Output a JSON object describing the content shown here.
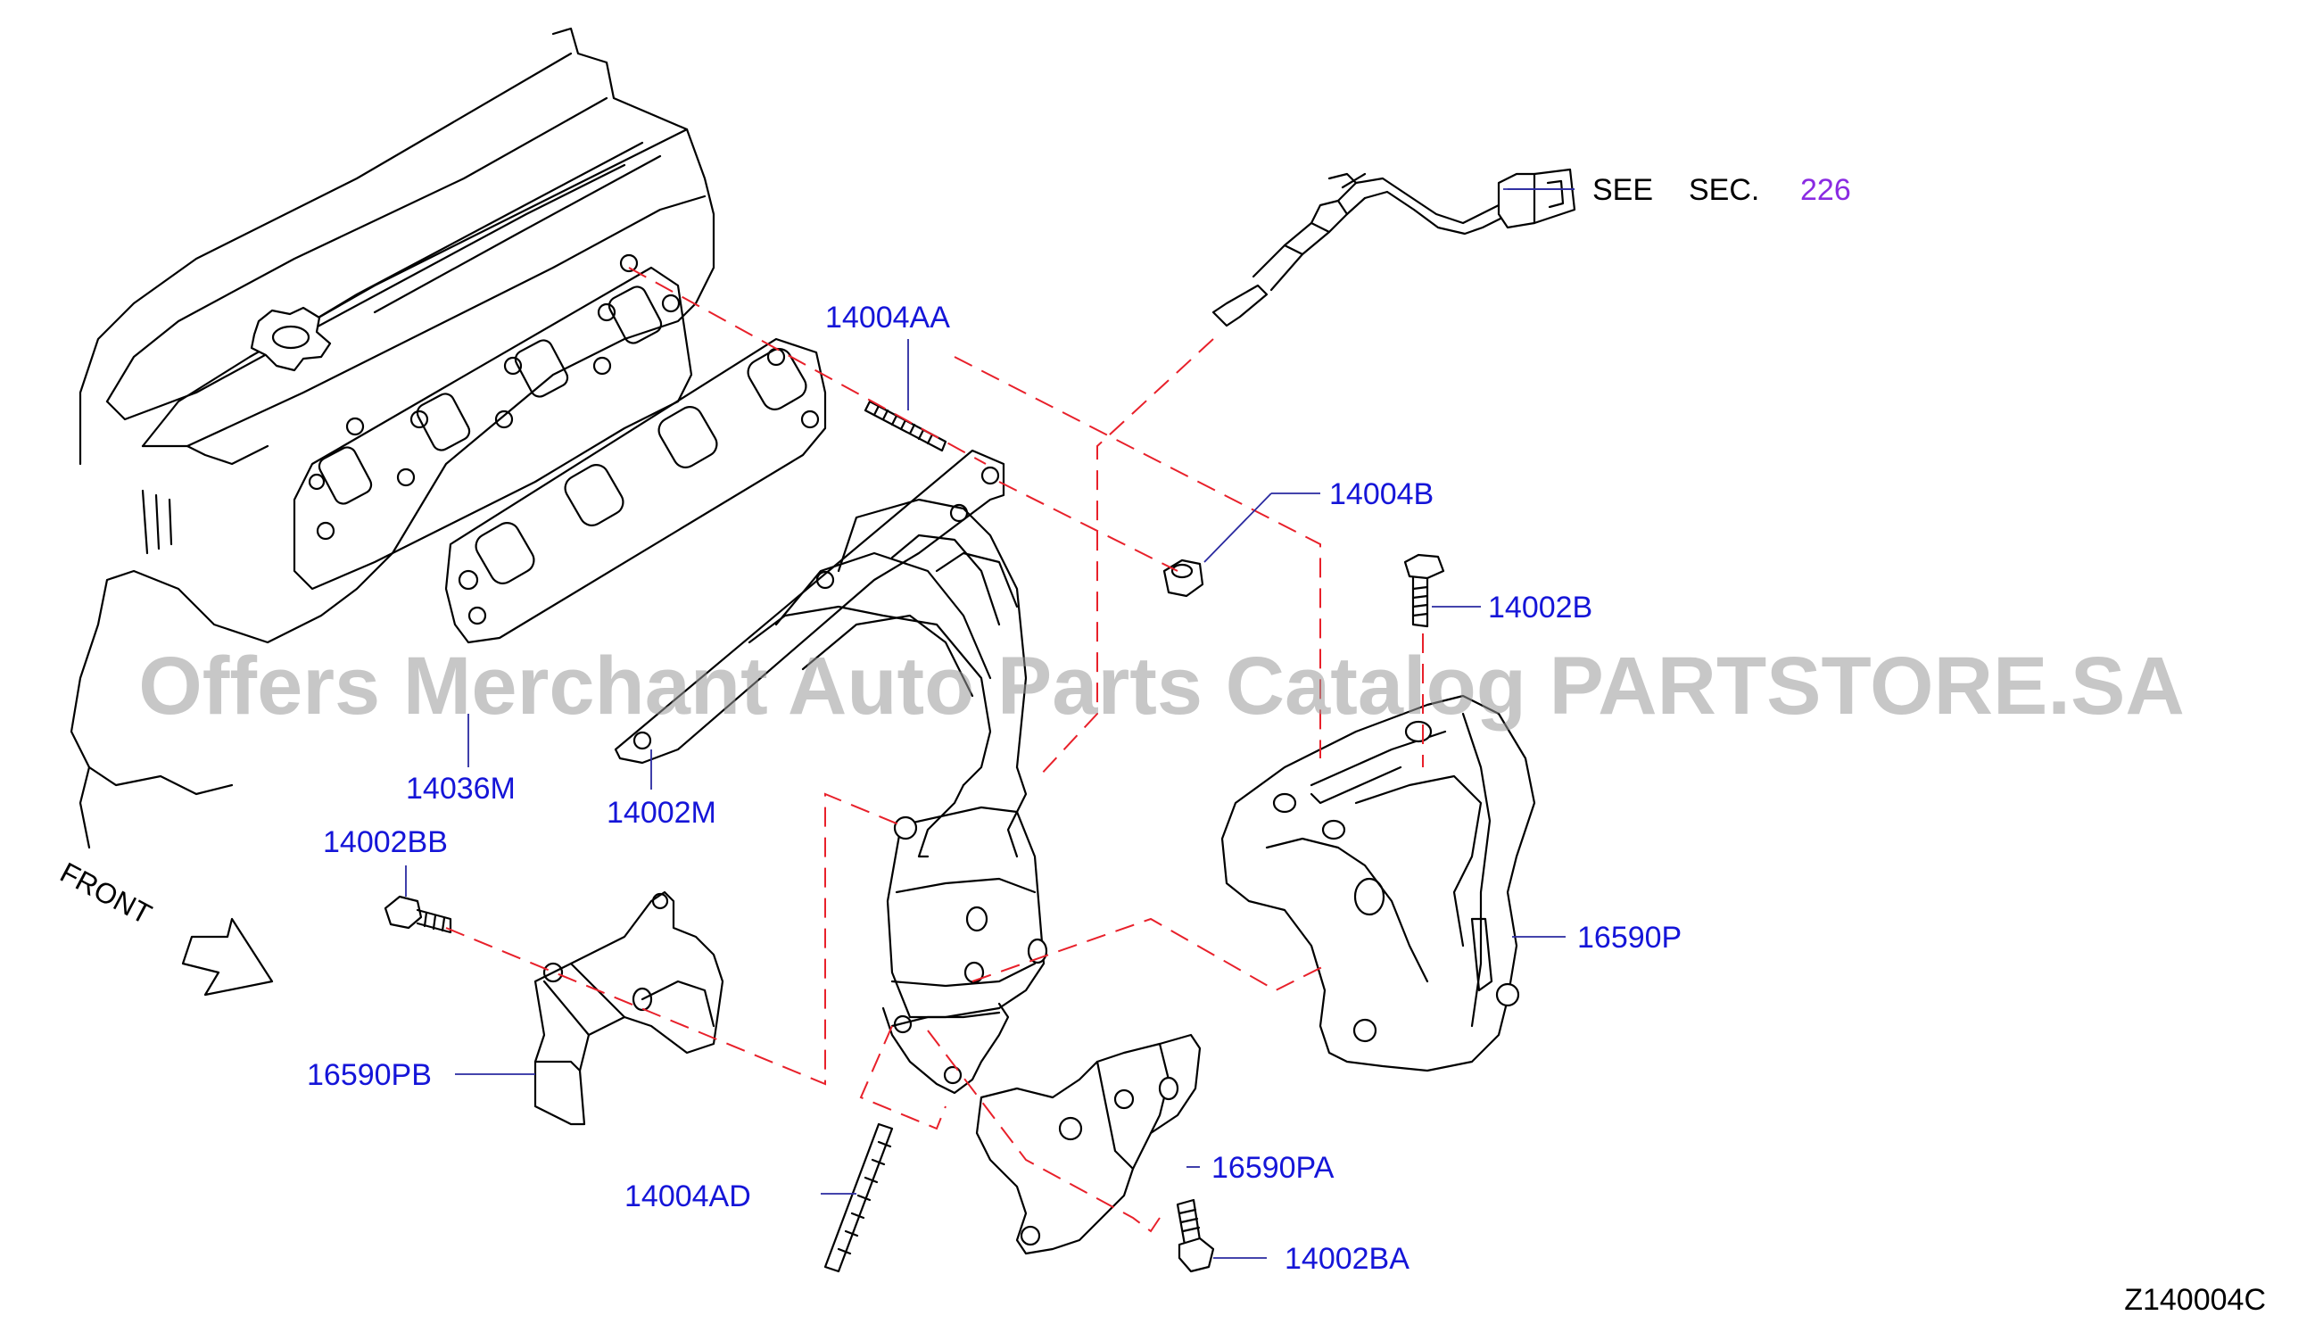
{
  "diagram": {
    "watermark": "Offers Merchant Auto Parts Catalog PARTSTORE.SA",
    "figure_code": "Z140004C",
    "front_label": "FRONT",
    "see_section": {
      "see": "SEE",
      "sec": "SEC.",
      "number": "226"
    },
    "parts": [
      {
        "id": "14004AA",
        "label": "14004AA"
      },
      {
        "id": "14004B",
        "label": "14004B"
      },
      {
        "id": "14002B",
        "label": "14002B"
      },
      {
        "id": "14036M",
        "label": "14036M"
      },
      {
        "id": "14002M",
        "label": "14002M"
      },
      {
        "id": "14002BB",
        "label": "14002BB"
      },
      {
        "id": "16590P",
        "label": "16590P"
      },
      {
        "id": "16590PB",
        "label": "16590PB"
      },
      {
        "id": "16590PA",
        "label": "16590PA"
      },
      {
        "id": "14004AD",
        "label": "14004AD"
      },
      {
        "id": "14002BA",
        "label": "14002BA"
      }
    ],
    "colors": {
      "label": "#1515d8",
      "section_number": "#8a2be2",
      "dashed_line": "#e8202a",
      "leader_line": "#2a2aa0",
      "watermark": "#9a9a9a",
      "line_art": "#000000"
    }
  }
}
